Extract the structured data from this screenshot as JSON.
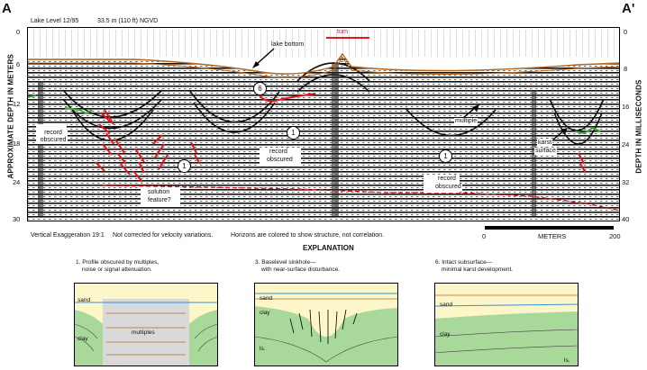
{
  "profile": {
    "start_label": "A",
    "end_label": "A'",
    "header_left": "Lake Level 12/95",
    "header_elevation": "33.5 m (110 ft) NGVD",
    "turn_label": "turn",
    "left_axis_label": "APPROXIMATE DEPTH IN METERS",
    "right_axis_label": "DEPTH IN MILLISECONDS",
    "left_ticks": [
      "0",
      "6",
      "12",
      "18",
      "24",
      "30"
    ],
    "right_ticks": [
      "0",
      "8",
      "16",
      "24",
      "32",
      "40"
    ],
    "annotations": {
      "lake_bottom": "lake bottom",
      "multiple": "multiple",
      "karst_surface_1": "karst",
      "karst_surface_2": "surface",
      "record_obscured": "record obscured",
      "record_obscured_b1": "record",
      "record_obscured_b2": "obscured",
      "solution_feature_1": "solution",
      "solution_feature_2": "feature?"
    },
    "circle_labels": [
      "6",
      "1",
      "1",
      "1"
    ],
    "scale_start": "0",
    "scale_units": "METERS",
    "scale_end": "200",
    "footnote_exaggeration": "Vertical Exaggeration 19:1",
    "footnote_velocity": "Not corrected for velocity variations.",
    "footnote_horizons": "Horizons are colored to show structure, not correlation.",
    "colors": {
      "lake_bottom_horizon": "#b5651d",
      "karst_horizon_red": "#e8141c",
      "karst_horizon_green": "#3aa63a",
      "sand": "#fdf6c8",
      "clay": "#a8d89a",
      "multiples_fill": "#d9d9d9",
      "water_line": "#3b8fd6"
    }
  },
  "explanation": {
    "title": "EXPLANATION",
    "panels": [
      {
        "caption_line1": "1. Profile obscured by multiples,",
        "caption_line2": "noise or signal attenuation.",
        "sand_label": "sand",
        "clay_label": "clay",
        "extra_label": "multiples"
      },
      {
        "caption_line1": "3. Baselevel sinkhole—",
        "caption_line2": "with near-surface disturbance.",
        "sand_label": "sand",
        "clay_label": "clay",
        "extra_label": "ls."
      },
      {
        "caption_line1": "6. Intact subsurface—",
        "caption_line2": "minimal karst development.",
        "sand_label": "sand",
        "clay_label": "clay",
        "extra_label": "ls."
      }
    ]
  }
}
